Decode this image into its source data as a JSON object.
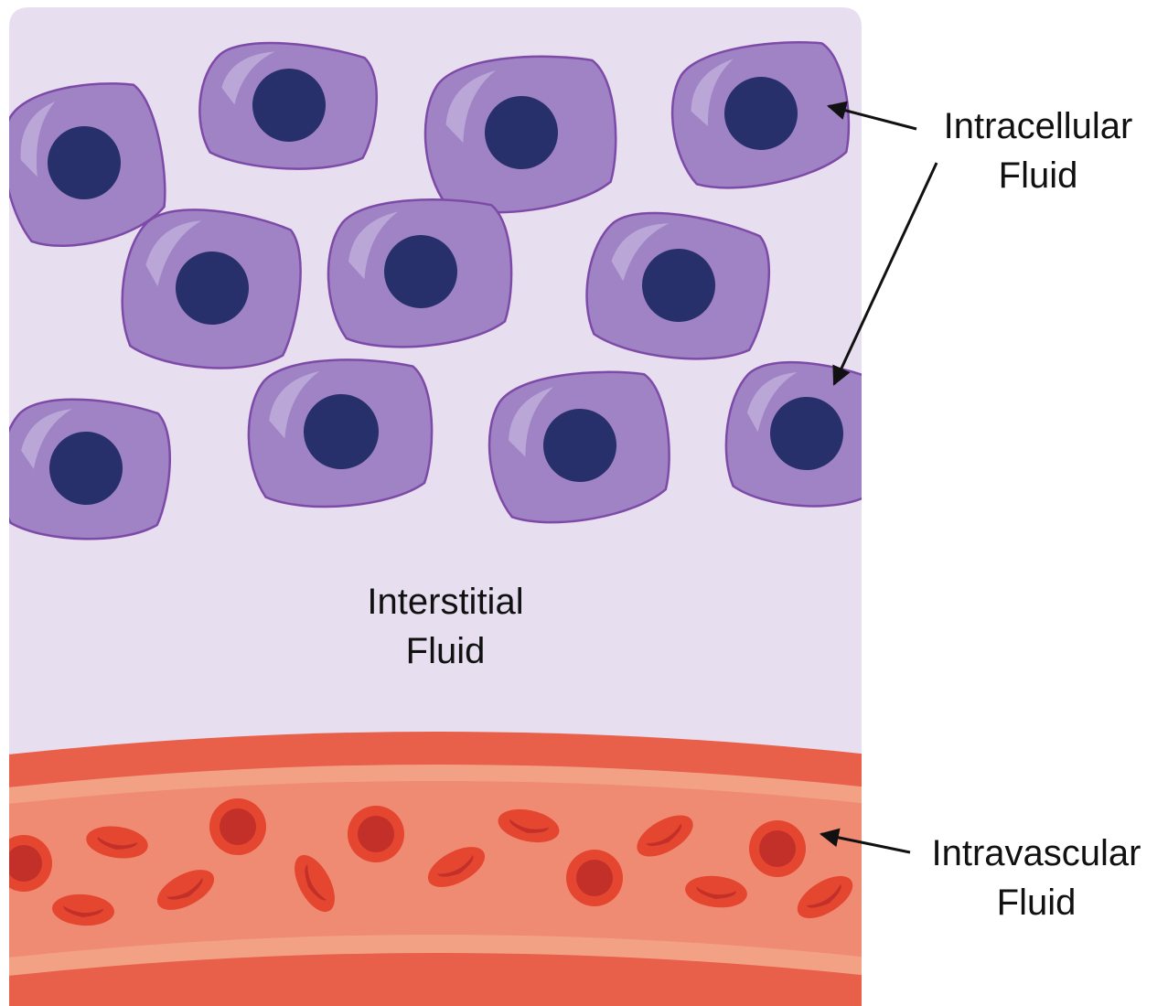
{
  "labels": {
    "intracellular": {
      "line1": "Intracellular",
      "line2": "Fluid"
    },
    "interstitial": {
      "line1": "Interstitial",
      "line2": "Fluid"
    },
    "intravascular": {
      "line1": "Intravascular",
      "line2": "Fluid"
    }
  },
  "colors": {
    "background": "#ffffff",
    "tissue": "#e7deef",
    "cell_fill": "#9f83c4",
    "cell_outline": "#7e4aa8",
    "cell_highlight": "#c2b0dc",
    "nucleus": "#27306b",
    "vessel_outer": "#e85f4a",
    "vessel_stripe": "#f3a184",
    "vessel_lumen": "#ef8a73",
    "rbc_fill": "#e4462f",
    "rbc_center": "#c3302a",
    "arrow": "#111111"
  },
  "icons": [
    "cell-icon",
    "nucleus-icon",
    "red-blood-cell-icon",
    "arrow-icon"
  ]
}
